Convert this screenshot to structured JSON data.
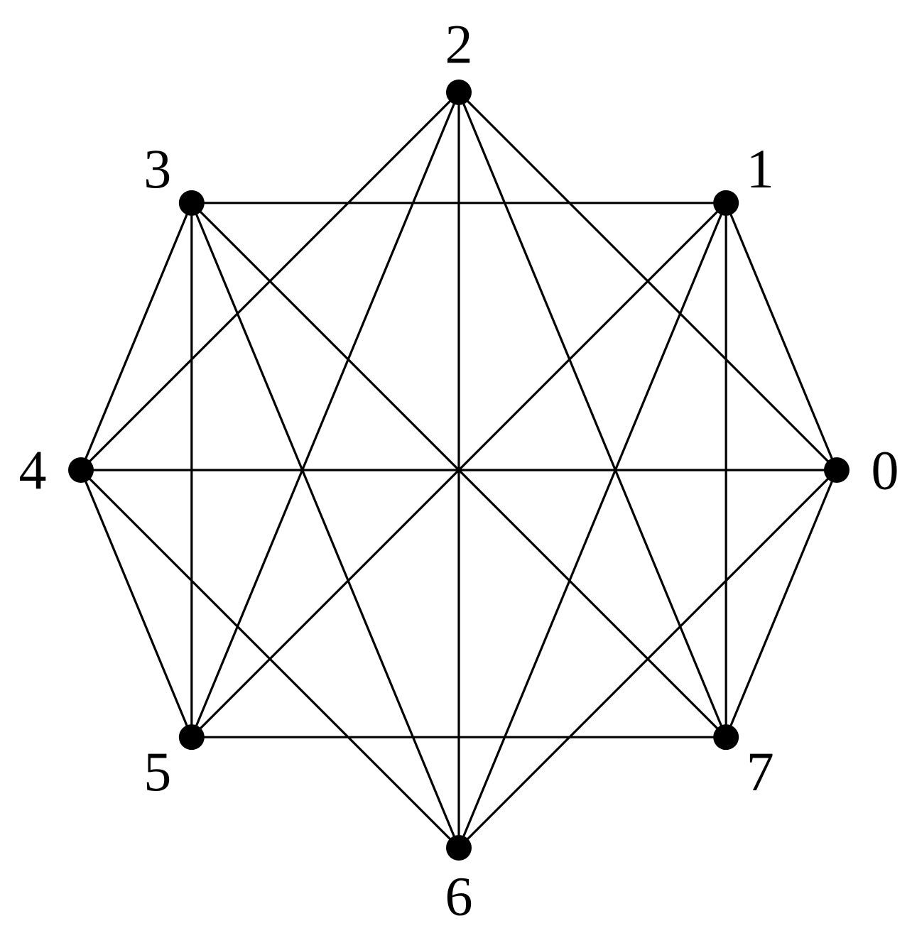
{
  "graph": {
    "vertices": [
      {
        "id": 0,
        "label": "0"
      },
      {
        "id": 1,
        "label": "1"
      },
      {
        "id": 2,
        "label": "2"
      },
      {
        "id": 3,
        "label": "3"
      },
      {
        "id": 4,
        "label": "4"
      },
      {
        "id": 5,
        "label": "5"
      },
      {
        "id": 6,
        "label": "6"
      },
      {
        "id": 7,
        "label": "7"
      }
    ],
    "edges": [
      [
        0,
        1
      ],
      [
        0,
        2
      ],
      [
        0,
        4
      ],
      [
        0,
        6
      ],
      [
        0,
        7
      ],
      [
        1,
        3
      ],
      [
        1,
        5
      ],
      [
        1,
        6
      ],
      [
        1,
        7
      ],
      [
        2,
        4
      ],
      [
        2,
        5
      ],
      [
        2,
        6
      ],
      [
        2,
        7
      ],
      [
        3,
        4
      ],
      [
        3,
        5
      ],
      [
        3,
        6
      ],
      [
        3,
        7
      ],
      [
        4,
        5
      ],
      [
        4,
        6
      ],
      [
        5,
        7
      ]
    ],
    "colors": {
      "line": "#000000",
      "vertex": "#000000",
      "background": "#ffffff"
    }
  }
}
